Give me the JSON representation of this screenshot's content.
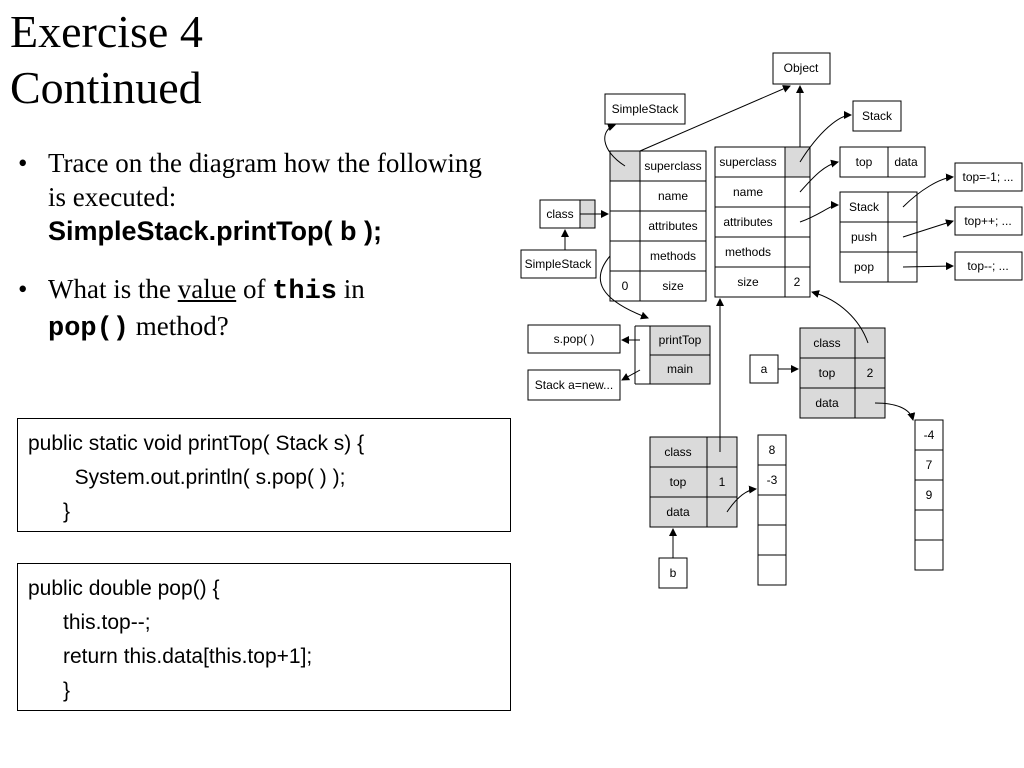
{
  "title": {
    "line1": "Exercise 4",
    "line2": "Continued"
  },
  "bullet1": {
    "text": "Trace on the diagram how the following is executed:",
    "code": "SimpleStack.printTop( b );"
  },
  "bullet2": {
    "pre": "What is the ",
    "underlined": "value",
    "mid": " of ",
    "kw_this": "this",
    "post": " in ",
    "kw_pop": "pop()",
    "end": " method?"
  },
  "bullet_symbol": "•",
  "code1": {
    "lines": [
      "public static void printTop( Stack s) {",
      "        System.out.println( s.pop( ) );",
      "      }"
    ]
  },
  "code2": {
    "lines": [
      "public double pop() {",
      "      this.top--;",
      "      return this.data[this.top+1];",
      "      }"
    ]
  },
  "diagram": {
    "object_box": "Object",
    "simplestack_label": "SimpleStack",
    "stack_label": "Stack",
    "class_box": "class",
    "simplestack_var": "SimpleStack",
    "ss_table": {
      "rows": [
        "superclass",
        "name",
        "attributes",
        "methods",
        "size"
      ],
      "size_value": "0"
    },
    "st_table": {
      "rows": [
        "superclass",
        "name",
        "attributes",
        "methods",
        "size"
      ],
      "size_value": "2"
    },
    "attr_table": {
      "cols": [
        "top",
        "data"
      ]
    },
    "method_table": {
      "rows": [
        "Stack",
        "push",
        "pop"
      ]
    },
    "method_bodies": [
      "top=-1; ...",
      "top++; ...",
      "top--; ..."
    ],
    "ss_methods": {
      "rows": [
        "printTop",
        "main"
      ]
    },
    "ss_method_bodies": [
      "s.pop( )",
      "Stack    a=new..."
    ],
    "var_a": "a",
    "var_b": "b",
    "obj_a": {
      "rows": [
        "class",
        "top",
        "data"
      ],
      "top_value": "2"
    },
    "obj_b": {
      "rows": [
        "class",
        "top",
        "data"
      ],
      "top_value": "1"
    },
    "array_a": [
      "-4",
      "7",
      "9",
      "",
      ""
    ],
    "array_b": [
      "8",
      "-3",
      "",
      "",
      ""
    ]
  }
}
